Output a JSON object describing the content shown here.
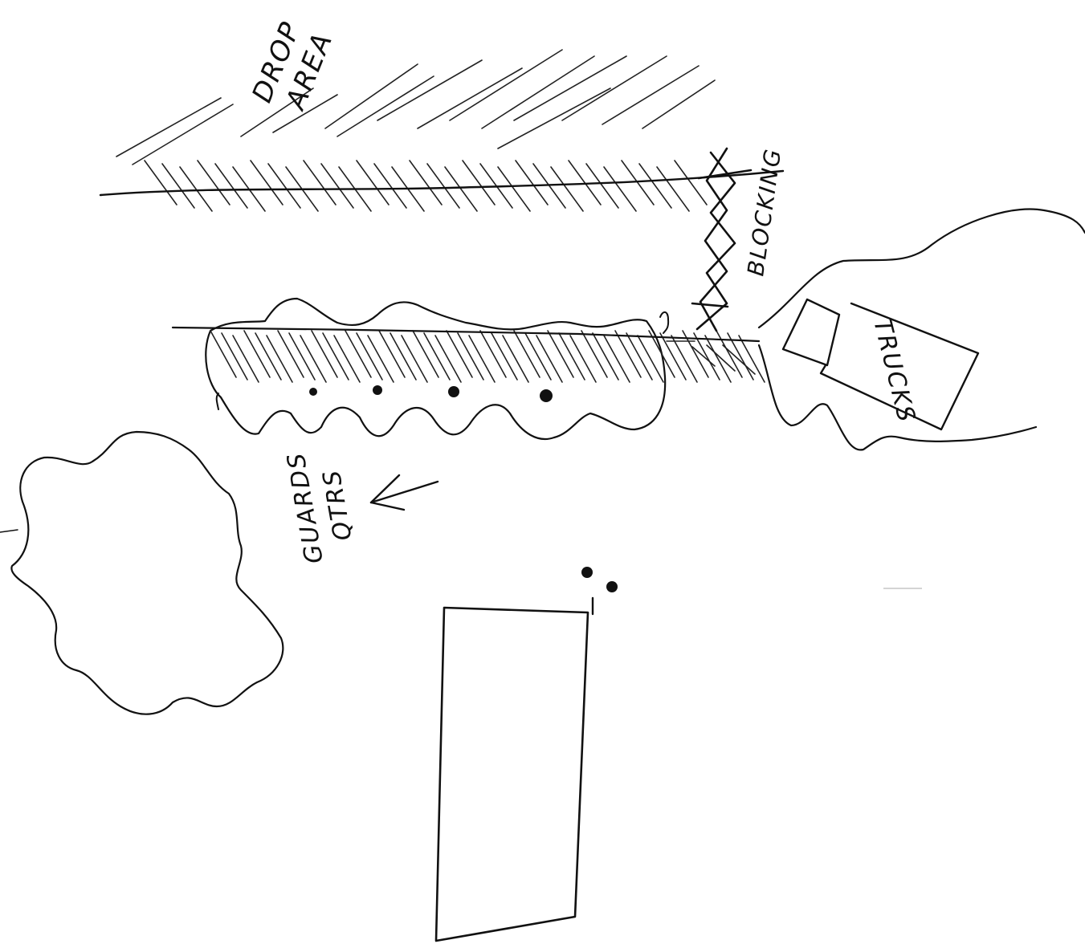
{
  "labels": {
    "drop_area": [
      "DROP",
      "AREA"
    ],
    "blocking": "BLOCKING",
    "trucks": "TRUCKS",
    "guards_qtrs": [
      "GUARDS",
      "QTRS"
    ]
  },
  "ink_color": "#111111",
  "background": "#ffffff"
}
